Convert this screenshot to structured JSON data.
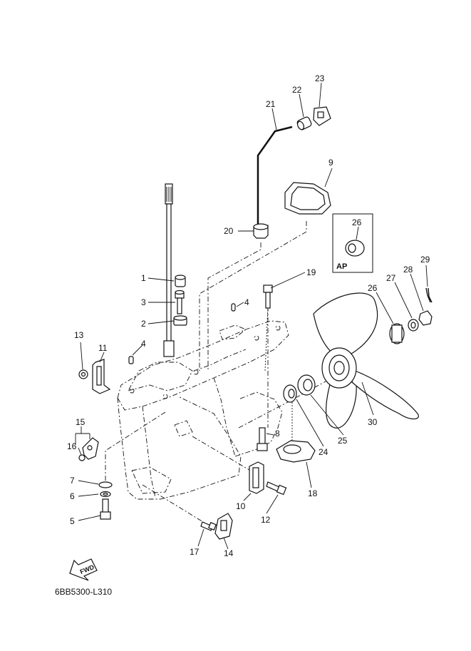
{
  "diagram_code": "6BB5300-L310",
  "fwd_label": "FWD",
  "ap_label": "AP",
  "callouts": [
    {
      "id": "c1",
      "text": "1"
    },
    {
      "id": "c2",
      "text": "2"
    },
    {
      "id": "c3",
      "text": "3"
    },
    {
      "id": "c4a",
      "text": "4"
    },
    {
      "id": "c4b",
      "text": "4"
    },
    {
      "id": "c5",
      "text": "5"
    },
    {
      "id": "c6",
      "text": "6"
    },
    {
      "id": "c7",
      "text": "7"
    },
    {
      "id": "c8",
      "text": "8"
    },
    {
      "id": "c9",
      "text": "9"
    },
    {
      "id": "c10",
      "text": "10"
    },
    {
      "id": "c11",
      "text": "11"
    },
    {
      "id": "c12",
      "text": "12"
    },
    {
      "id": "c13",
      "text": "13"
    },
    {
      "id": "c14",
      "text": "14"
    },
    {
      "id": "c15",
      "text": "15"
    },
    {
      "id": "c16",
      "text": "16"
    },
    {
      "id": "c17",
      "text": "17"
    },
    {
      "id": "c18",
      "text": "18"
    },
    {
      "id": "c19",
      "text": "19"
    },
    {
      "id": "c20",
      "text": "20"
    },
    {
      "id": "c21",
      "text": "21"
    },
    {
      "id": "c22",
      "text": "22"
    },
    {
      "id": "c23",
      "text": "23"
    },
    {
      "id": "c24",
      "text": "24"
    },
    {
      "id": "c25",
      "text": "25"
    },
    {
      "id": "c26a",
      "text": "26"
    },
    {
      "id": "c26b",
      "text": "26"
    },
    {
      "id": "c27",
      "text": "27"
    },
    {
      "id": "c28",
      "text": "28"
    },
    {
      "id": "c29",
      "text": "29"
    },
    {
      "id": "c30",
      "text": "30"
    }
  ]
}
